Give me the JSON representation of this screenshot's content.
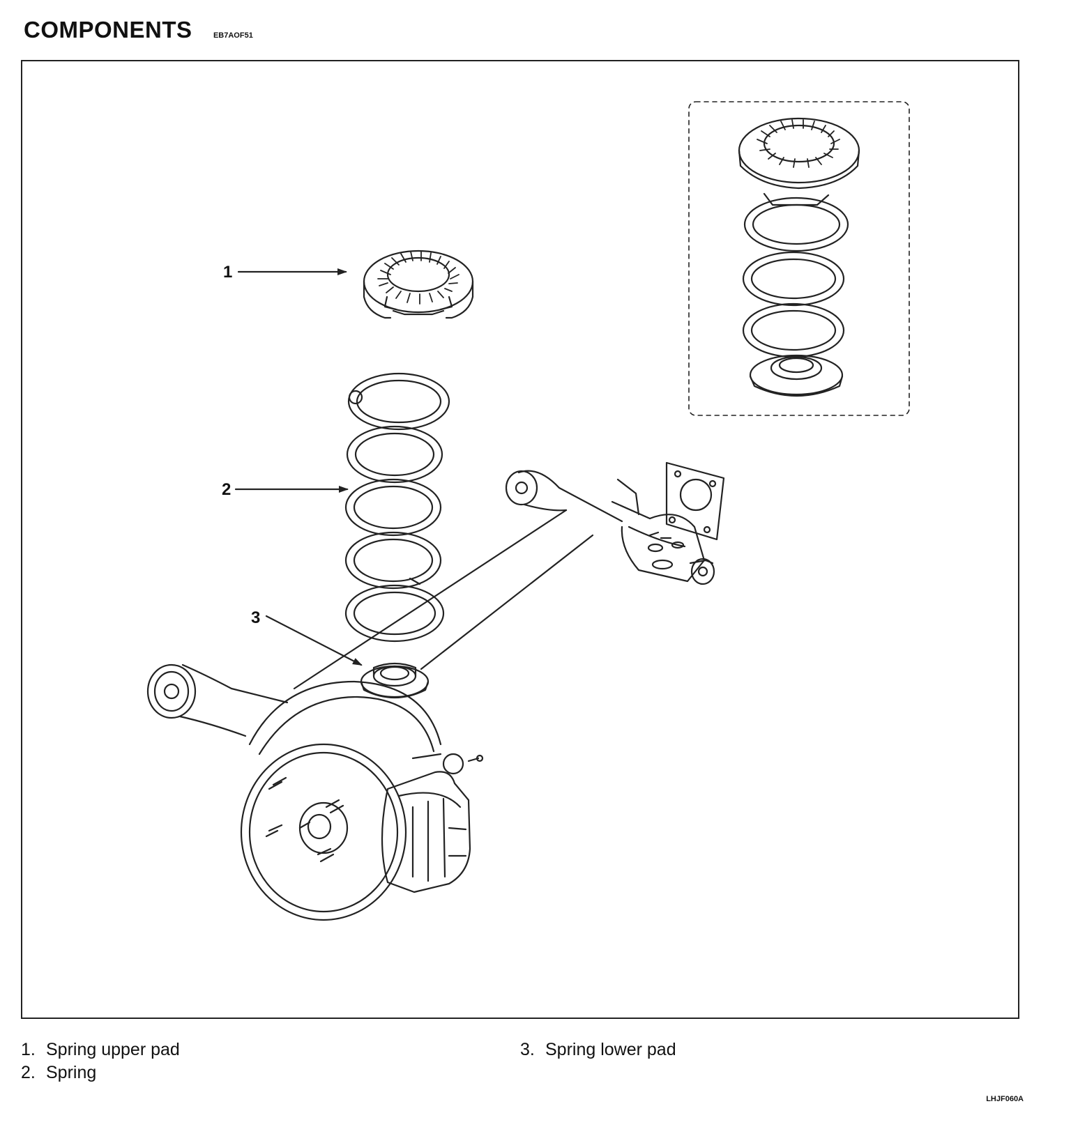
{
  "header": {
    "title": "COMPONENTS",
    "code": "EB7AOF51"
  },
  "callouts": [
    "1",
    "2",
    "3"
  ],
  "legend": {
    "left": [
      {
        "num": "1.",
        "label": "Spring upper pad"
      },
      {
        "num": "2.",
        "label": "Spring"
      }
    ],
    "right": [
      {
        "num": "3.",
        "label": "Spring lower pad"
      }
    ]
  },
  "figure_code": "LHJF060A",
  "icons": [
    "spring-upper-pad-icon",
    "coil-spring-icon",
    "spring-lower-pad-icon",
    "torsion-beam-axle-icon",
    "brake-drum-icon",
    "assembled-spring-icon"
  ]
}
